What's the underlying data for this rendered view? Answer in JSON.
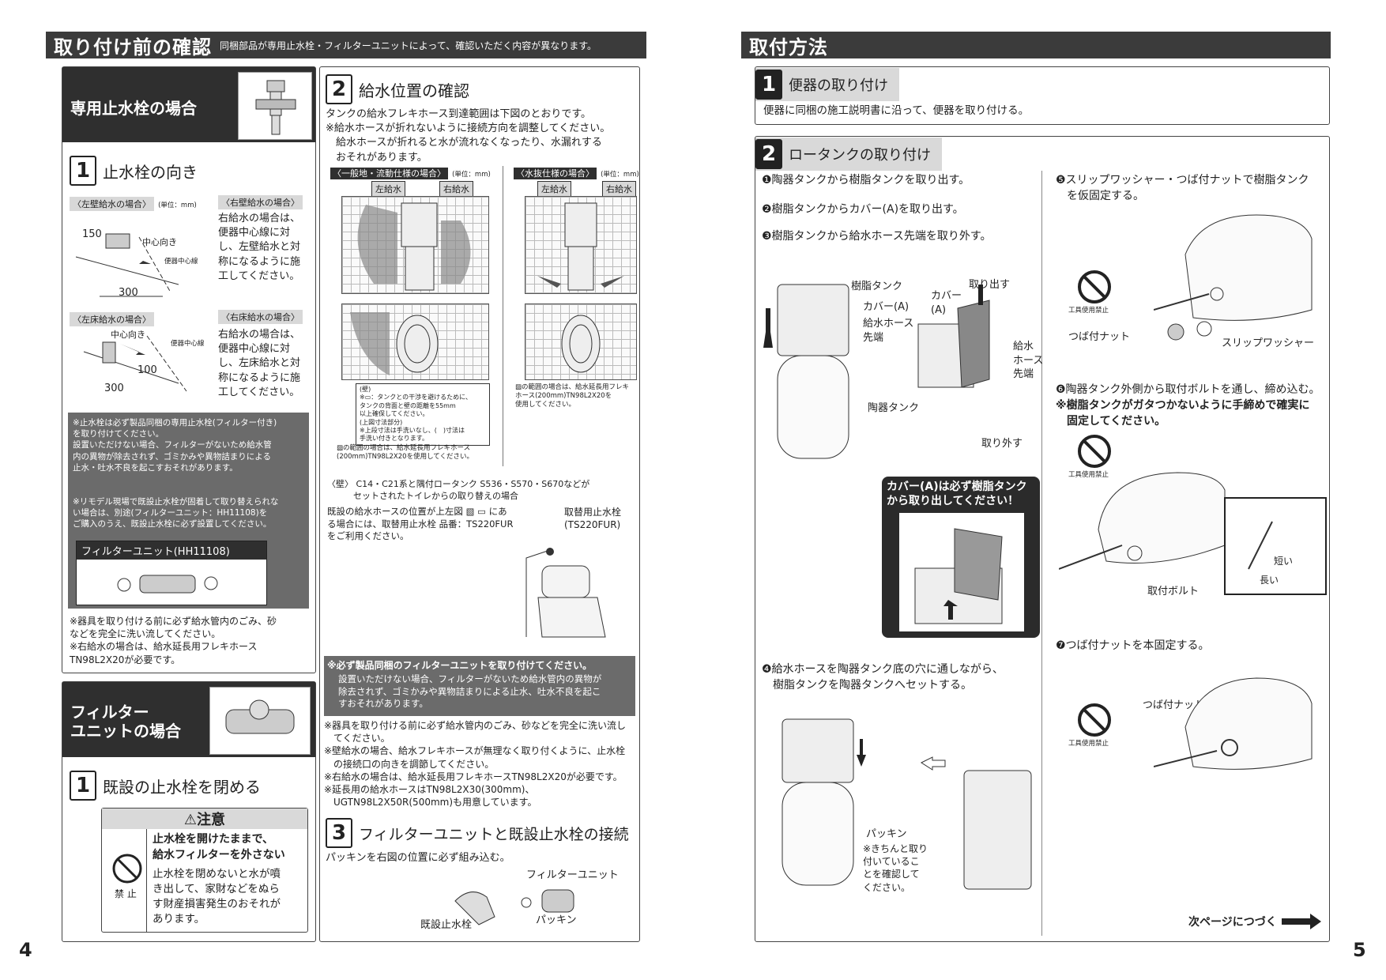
{
  "left": {
    "header": {
      "title": "取り付け前の確認",
      "subtitle": "同梱部品が専用止水栓・フィルターユニットによって、確認いただく内容が異なります。"
    },
    "case_a_title": "専用止水栓の場合",
    "step1": {
      "num": "1",
      "title": "止水栓の向き",
      "left_wall_tag": "〈左壁給水の場合〉",
      "unit": "(単位：mm)",
      "right_wall_tag": "〈右壁給水の場合〉",
      "right_wall_text": "右給水の場合は、\n便器中心線に対\nし、左壁給水と対\n称になるように施\n工してください。",
      "dim_150": "150",
      "dim_300a": "300",
      "center_dir": "中心向き",
      "center_line": "便器中心線",
      "left_floor_tag": "〈左床給水の場合〉",
      "right_floor_tag": "〈右床給水の場合〉",
      "right_floor_text": "右給水の場合は、\n便器中心線に対\nし、左床給水と対\n称になるように施\n工してください。",
      "center_dir2": "中心向き",
      "center_line2": "便器中心線",
      "dim_100": "100",
      "dim_300b": "300"
    },
    "gray_note_1": "※止水栓は必ず製品同梱の専用止水栓(フィルター付き)\nを取り付けてください。\n設置いただけない場合、フィルターがないため給水管\n内の異物が除去されず、ゴミかみや異物詰まりによる\n止水・吐水不良を起こすおそれがあります。",
    "gray_note_2": "※リモデル現場で既設止水栓が固着して取り替えられな\nい場合は、別途(フィルターユニット：HH11108)を\nご購入のうえ、既設止水栓に必ず設置してください。",
    "filter_unit_label": "フィルターユニット(HH11108)",
    "note_after": "※器具を取り付ける前に必ず給水管内のごみ、砂\nなどを完全に洗い流してください。\n※右給水の場合は、給水延長用フレキホース\nTN98L2X20が必要です。",
    "case_b_title": "フィルター\nユニットの場合",
    "stepB1": {
      "num": "1",
      "title": "既設の止水栓を閉める"
    },
    "caution": {
      "title": "⚠注意",
      "ban_label": "禁 止",
      "bold": "止水栓を開けたままで、\n給水フィルターを外さない",
      "text": "止水栓を閉めないと水が噴\nき出して、家財などをぬら\nす財産損害発生のおそれが\nあります。"
    },
    "step2": {
      "num": "2",
      "title": "給水位置の確認",
      "intro": "タンクの給水フレキホース到達範囲は下図のとおりです。\n※給水ホースが折れないように接続方向を調整してください。\n　給水ホースが折れると水が流れなくなったり、水漏れする\n　おそれがあります。",
      "diag1_title": "〈一般地・流動仕様の場合〉",
      "diag2_title": "〈水抜仕様の場合〉",
      "unit": "(単位：mm)",
      "left_supply": "左給水",
      "right_supply": "右給水",
      "diag1_note": "(壁)\n※▭：タンクとの干渉を避けるために、\nタンクの背面と壁の距離を55mm\n以上確保してください。\n(上図寸法部分)\n※上段寸法は手洗いなし、(　)寸法は\n手洗い付きとなります。",
      "diag1_note2": "▨の範囲の場合は、給水延長用フレキホース\n(200mm)TN98L2X20を使用してください。",
      "diag2_note": "▨の範囲の場合は、給水延長用フレキ\nホース(200mm)TN98L2X20を\n使用してください。",
      "replace_title": "〈壁〉 C14・C21系と隅付ロータンク S536・S570・S670などが\n　　　セットされたトイレからの取り替えの場合",
      "replace_text": "既設の給水ホースの位置が上左図 ▧ ▭ にあ\nる場合には、取替用止水栓 品番：TS220FUR\nをご利用ください。",
      "replace_label": "取替用止水栓\n(TS220FUR)",
      "gray_note_bold": "※必ず製品同梱のフィルターユニットを取り付けてください。",
      "gray_note": "設置いただけない場合、フィルターがないため給水管内の異物が\n除去されず、ゴミかみや異物詰まりによる止水、吐水不良を起こ\nすおそれがあります。",
      "notes": "※器具を取り付ける前に必ず給水管内のごみ、砂などを完全に洗い流し\n　てください。\n※壁給水の場合、給水フレキホースが無理なく取り付くように、止水栓\n　の接続口の向きを調節してください。\n※右給水の場合は、給水延長用フレキホースTN98L2X20が必要です。\n※延長用の給水ホースはTN98L2X30(300mm)、\n　UGTN98L2X50R(500mm)も用意しています。"
    },
    "step3": {
      "num": "3",
      "title": "フィルターユニットと既設止水栓の接続",
      "text": "パッキンを右図の位置に必ず組み込む。",
      "label_filter": "フィルターユニット",
      "label_valve": "既設止水栓",
      "label_packing": "パッキン"
    },
    "page_number": "4"
  },
  "right": {
    "header": {
      "title": "取付方法"
    },
    "step1": {
      "num": "1",
      "title": "便器の取り付け",
      "text": "便器に同梱の施工説明書に沿って、便器を取り付ける。"
    },
    "step2": {
      "num": "2",
      "title": "ロータンクの取り付け",
      "i1": "❶陶器タンクから樹脂タンクを取り出す。",
      "i2": "❷樹脂タンクからカバー(A)を取り出す。",
      "i3": "❸樹脂タンクから給水ホース先端を取り外す。",
      "lbl_resin": "樹脂タンク",
      "lbl_coverA": "カバー(A)",
      "lbl_hose": "給水ホース\n先端",
      "lbl_ceramic": "陶器タンク",
      "lbl_cover2": "カバー\n(A)",
      "lbl_takeout": "取り出す",
      "lbl_hose2": "給水\nホース\n先端",
      "lbl_remove": "取り外す",
      "callout": "カバー(A)は必ず樹脂タンク\nから取り出してください！",
      "i4": "❹給水ホースを陶器タンク底の穴に通しながら、\n　樹脂タンクを陶器タンクへセットする。",
      "lbl_packing": "パッキン",
      "lbl_packing_note": "※きちんと取り\n付いているこ\nとを確認して\nください。",
      "i5": "❺スリップワッシャー・つば付ナットで樹脂タンク\n　を仮固定する。",
      "no_tool": "工具使用禁止",
      "lbl_nut": "つば付ナット",
      "lbl_washer": "スリップワッシャー",
      "i6": "❻陶器タンク外側から取付ボルトを通し、締め込む。",
      "i6_note": "※樹脂タンクがガタつかないように手締めで確実に\n　固定してください。",
      "lbl_short": "短い",
      "lbl_long": "長い",
      "lbl_bolt": "取付ボルト",
      "i7": "❼つば付ナットを本固定する。",
      "lbl_nut2": "つば付ナット",
      "next": "次ページにつづく"
    },
    "page_number": "5"
  }
}
